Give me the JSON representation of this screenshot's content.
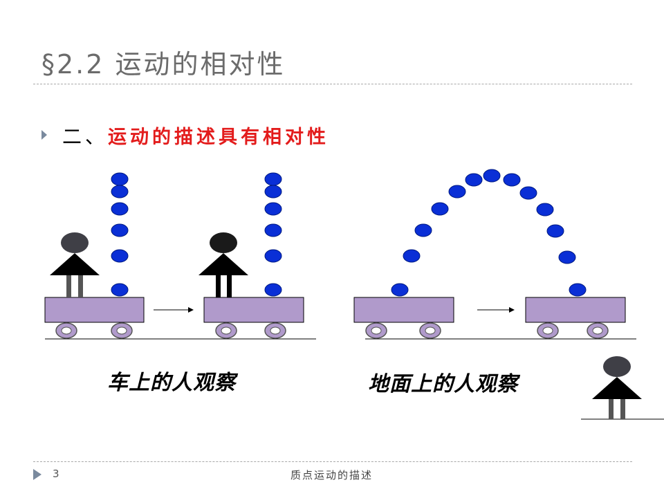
{
  "slide": {
    "title": "§2.2  运动的相对性",
    "bullet": {
      "prefix": "二、",
      "highlight": "运动的描述具有相对性",
      "highlight_color": "#e31c1c"
    },
    "captions": {
      "left": "车上的人观察",
      "right": "地面上的人观察"
    },
    "colors": {
      "cart_fill": "#b09acb",
      "ball_fill": "#0a2fd6",
      "person_fill": "#000000",
      "head_fill": "#3f3f46"
    }
  },
  "footer": {
    "page_number": "3",
    "text": "质点运动的描述"
  }
}
